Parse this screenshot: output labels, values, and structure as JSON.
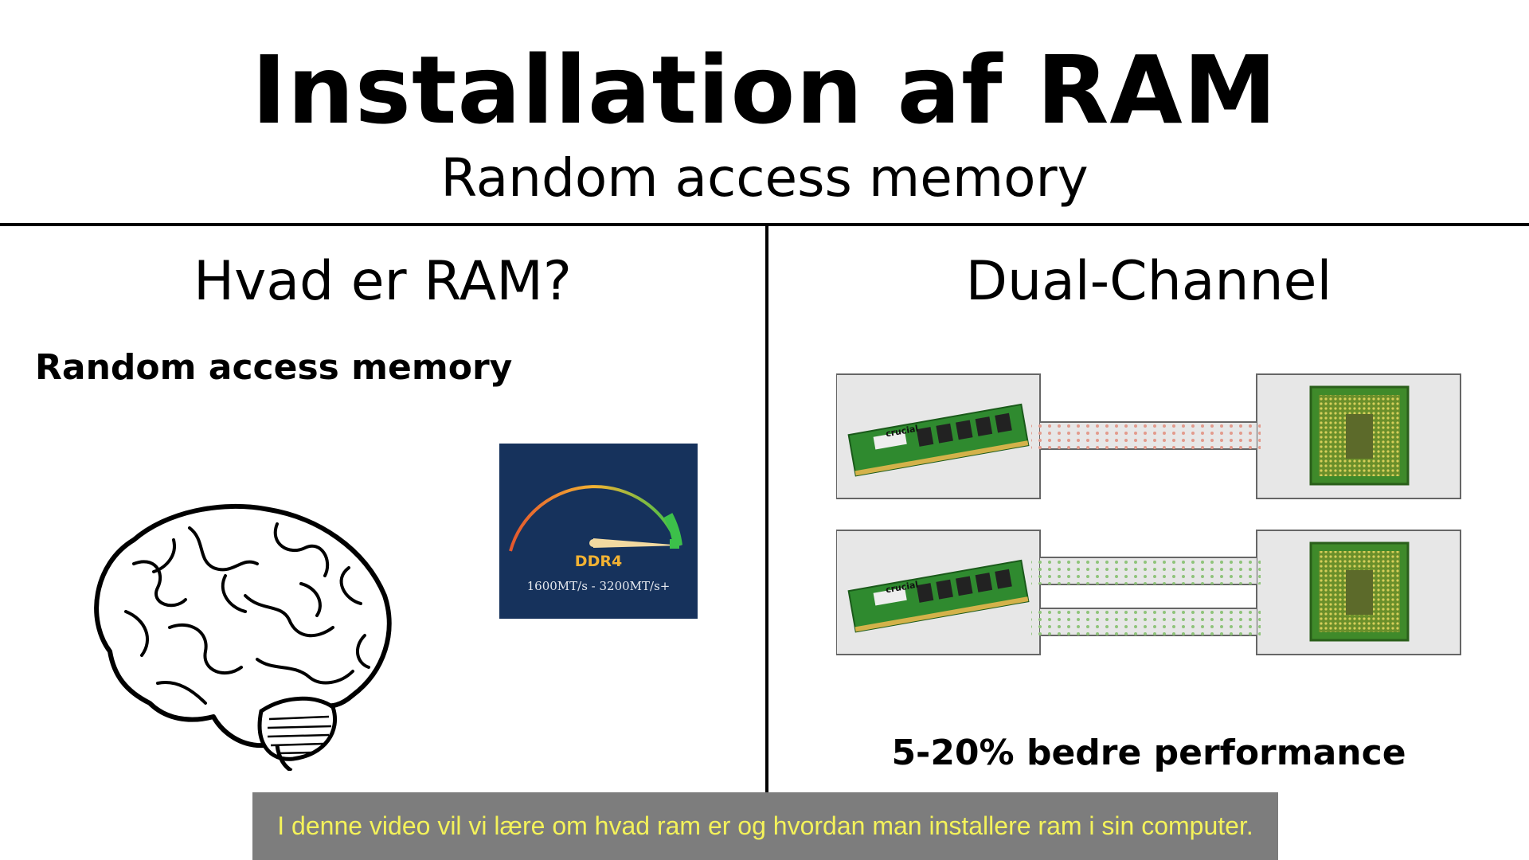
{
  "slide": {
    "title": "Installation af RAM",
    "subtitle": "Random access memory"
  },
  "left_panel": {
    "heading": "Hvad er RAM?",
    "subheading": "Random access memory",
    "brain_image": "brain-illustration",
    "speed_card": {
      "label": "DDR4",
      "range": "1600MT/s - 3200MT/s+",
      "gauge_icon": "speedometer-gauge-icon",
      "background_color": "#16325c",
      "label_color": "#f2b233"
    }
  },
  "right_panel": {
    "heading": "Dual-Channel",
    "caption": "5-20% bedre performance",
    "diagram": {
      "ram_module_brand": "crucial",
      "single_channel_dot_color": "#e39a8c",
      "dual_channel_dot_color": "#8fc47a",
      "chip_icon": "cpu-chip-icon",
      "ram_icon": "ram-module-icon"
    }
  },
  "subtitle_bar": {
    "text": "I denne video vil vi lære om hvad ram er og hvordan man installere ram i sin computer.",
    "text_color": "#f4f25a",
    "background_color": "#7d7d7d"
  }
}
